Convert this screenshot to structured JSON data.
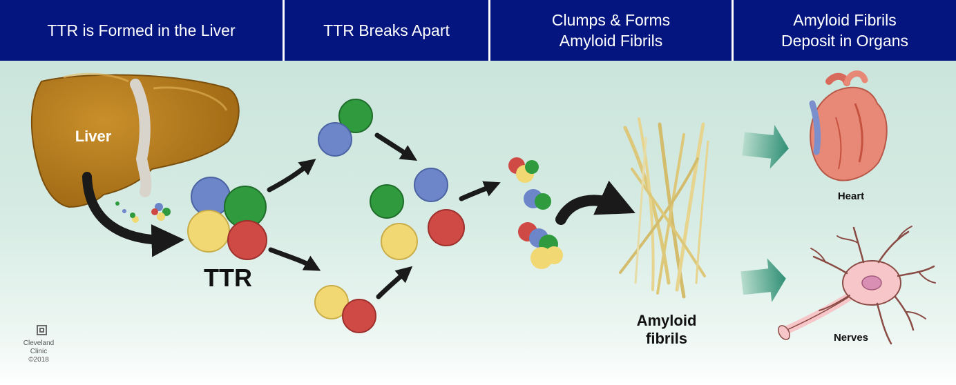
{
  "header": {
    "steps": [
      {
        "label": "TTR is Formed in the Liver"
      },
      {
        "label": "TTR Breaks Apart"
      },
      {
        "label": "Clumps & Forms\nAmyloid Fibrils"
      },
      {
        "label": "Amyloid Fibrils\nDeposit in Organs"
      }
    ]
  },
  "labels": {
    "liver": "Liver",
    "ttr": "TTR",
    "fibrils": "Amyloid\nfibrils",
    "heart": "Heart",
    "nerves": "Nerves"
  },
  "credit": {
    "line1": "Cleveland",
    "line2": "Clinic",
    "year": "©2018"
  },
  "colors": {
    "header_bg": "#04157f",
    "liver": "#b77c1c",
    "protein_blue": "#6c86c9",
    "protein_green": "#2f9a3e",
    "protein_yellow": "#f2d873",
    "protein_red": "#cf4a45",
    "fibril": "#ddc779",
    "heart": "#e88877",
    "neuron": "#f6c6c9",
    "organ_arrow": "#3b9b80"
  }
}
